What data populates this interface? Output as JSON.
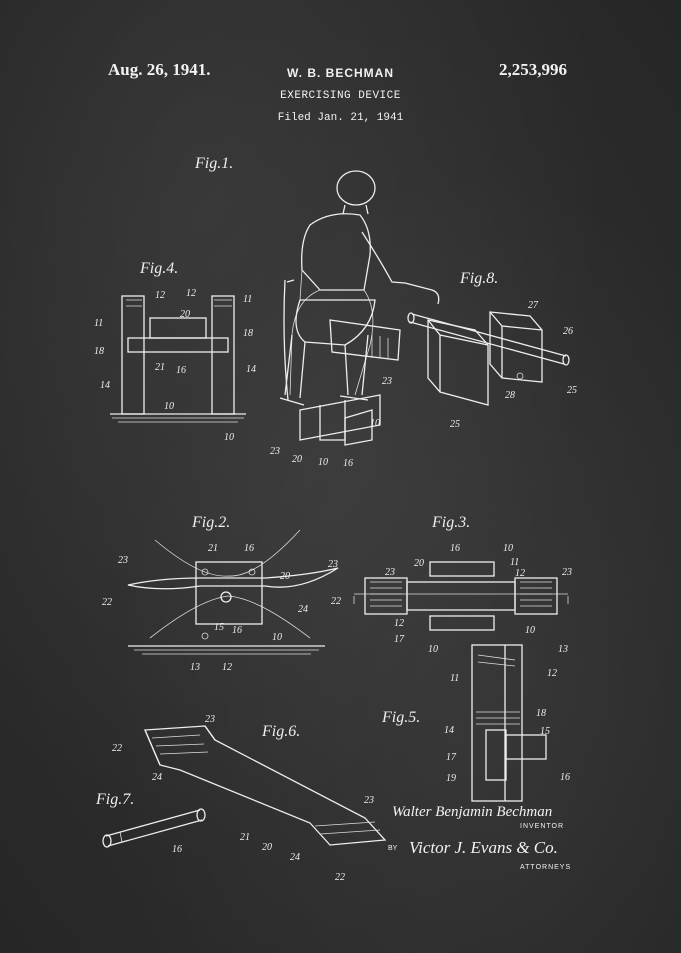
{
  "header": {
    "date": "Aug. 26, 1941.",
    "inventor": "W. B. BECHMAN",
    "patent_number": "2,253,996",
    "title": "EXERCISING DEVICE",
    "filed": "Filed Jan. 21, 1941"
  },
  "figures": {
    "fig1": "Fig.1.",
    "fig2": "Fig.2.",
    "fig3": "Fig.3.",
    "fig4": "Fig.4.",
    "fig5": "Fig.5.",
    "fig6": "Fig.6.",
    "fig7": "Fig.7.",
    "fig8": "Fig.8."
  },
  "reference_numerals": {
    "n10": "10",
    "n11": "11",
    "n12": "12",
    "n13": "13",
    "n14": "14",
    "n15": "15",
    "n16": "16",
    "n17": "17",
    "n18": "18",
    "n19": "19",
    "n20": "20",
    "n21": "21",
    "n22": "22",
    "n23": "23",
    "n24": "24",
    "n25": "25",
    "n26": "26",
    "n27": "27",
    "n28": "28"
  },
  "signature": {
    "inventor_name": "Walter Benjamin Bechman",
    "inventor_label": "INVENTOR",
    "by": "BY",
    "attorney_name": "Victor J. Evans & Co.",
    "attorney_label": "ATTORNEYS"
  }
}
